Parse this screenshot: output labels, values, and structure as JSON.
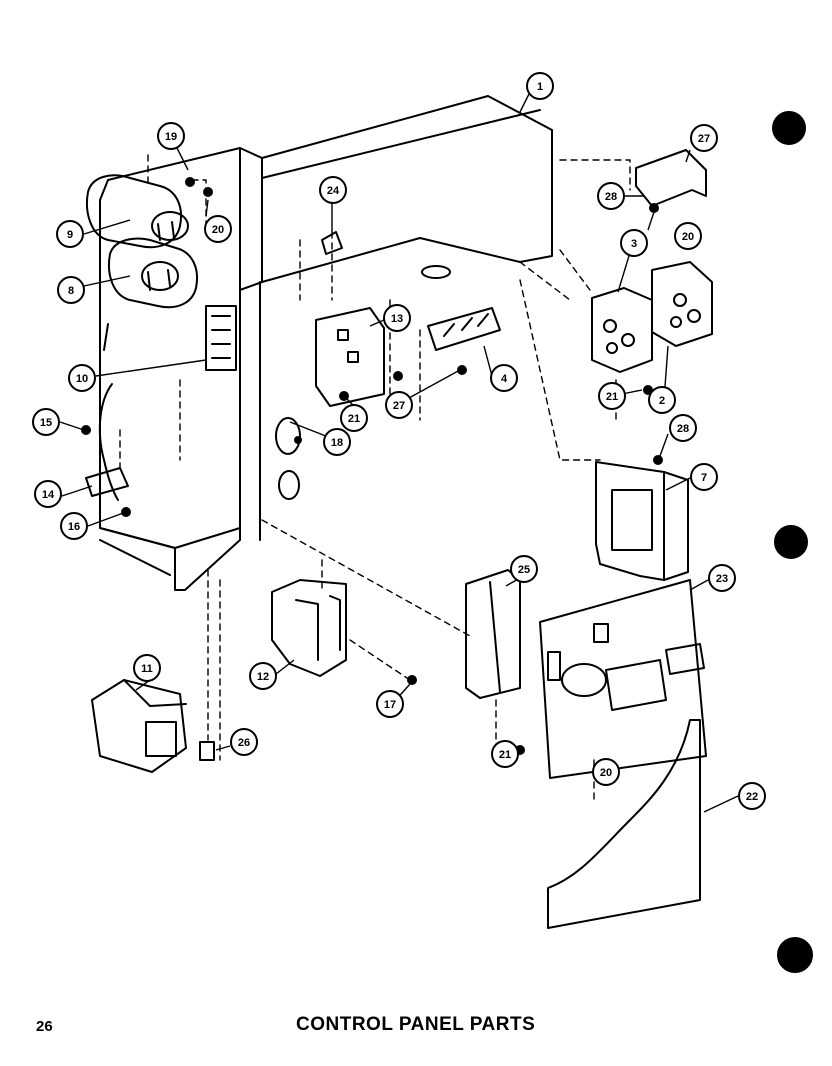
{
  "document": {
    "page_number": "26",
    "title": "CONTROL PANEL PARTS"
  },
  "callouts": [
    "1",
    "19",
    "20",
    "9",
    "8",
    "24",
    "13",
    "4",
    "3",
    "27",
    "28",
    "20",
    "2",
    "21",
    "10",
    "15",
    "21",
    "27",
    "18",
    "28",
    "7",
    "14",
    "16",
    "25",
    "23",
    "11",
    "12",
    "17",
    "26",
    "21",
    "20",
    "22"
  ]
}
